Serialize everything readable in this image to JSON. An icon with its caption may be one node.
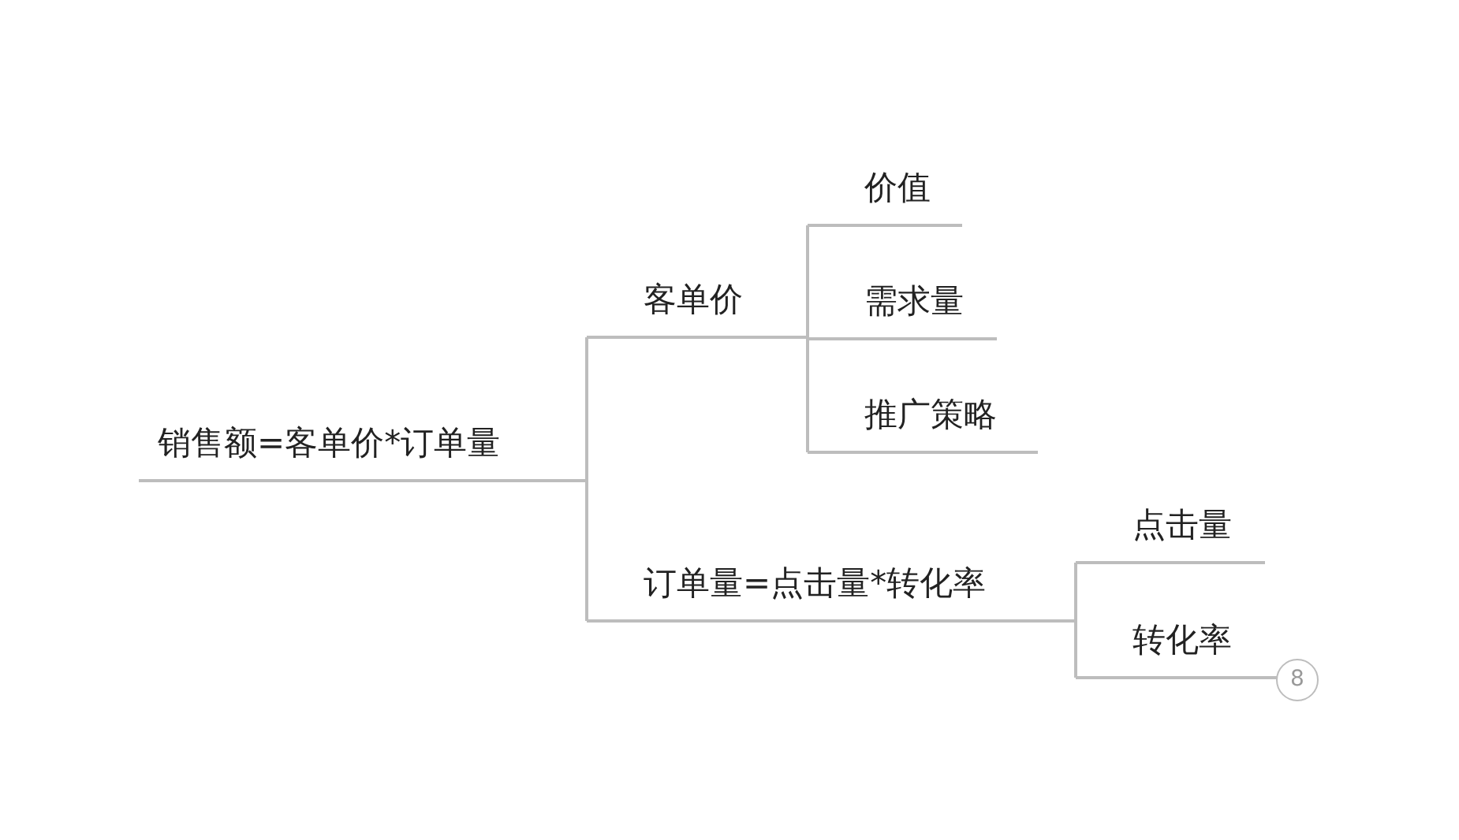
{
  "diagram": {
    "nodes": [
      {
        "text": [
          "销售额=客单价*订单量"
        ]
      },
      {
        "text": [
          "客单价"
        ]
      },
      {
        "text": [
          "价值"
        ]
      },
      {
        "text": [
          "需求量"
        ]
      },
      {
        "text": [
          "推广策略"
        ]
      },
      {
        "text": [
          "订单量=点击量*转化率"
        ]
      },
      {
        "text": [
          "点击量"
        ]
      },
      {
        "text": [
          "转化率"
        ]
      }
    ],
    "edges": [
      {
        "from": 0,
        "to": 1,
        "arrow": "none"
      },
      {
        "from": 0,
        "to": 5,
        "arrow": "none"
      },
      {
        "from": 1,
        "to": 2,
        "arrow": "none"
      },
      {
        "from": 1,
        "to": 3,
        "arrow": "none"
      },
      {
        "from": 1,
        "to": 4,
        "arrow": "none"
      },
      {
        "from": 5,
        "to": 6,
        "arrow": "none"
      },
      {
        "from": 5,
        "to": 7,
        "arrow": "none"
      }
    ],
    "labels": [
      "8"
    ]
  }
}
